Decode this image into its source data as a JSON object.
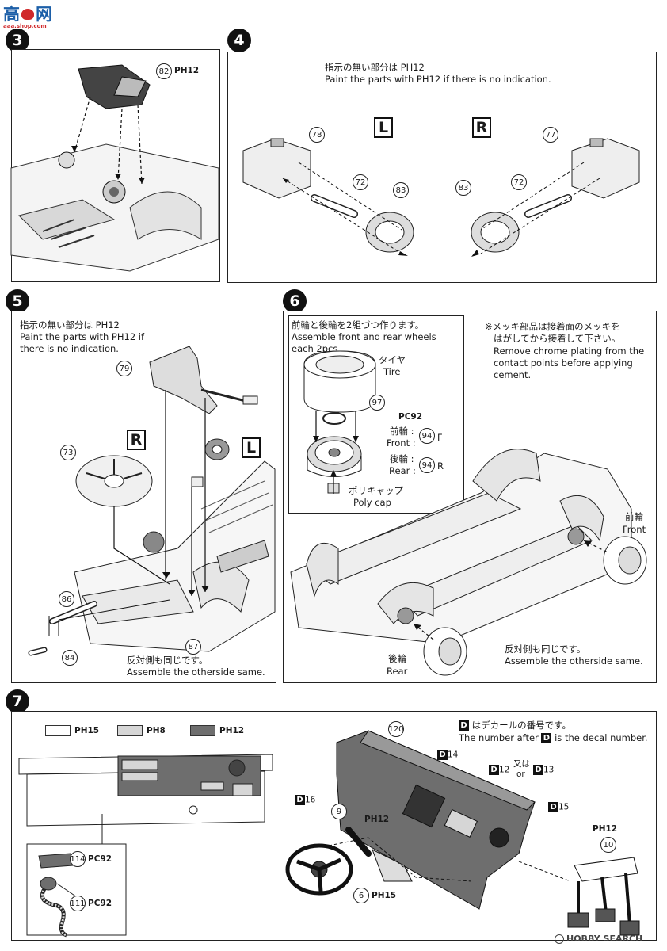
{
  "header": {
    "logo_text": "高",
    "logo_text2": "网",
    "logo_sub": "aaa.shop.com",
    "brand_color": "#d0282a"
  },
  "steps": {
    "s3": {
      "number": "3",
      "part_82": "82",
      "paint_82": "PH12"
    },
    "s4": {
      "number": "4",
      "note_jp": "指示の無い部分は PH12",
      "note_en": "Paint the parts with PH12 if there is no indication.",
      "left_label": "L",
      "right_label": "R",
      "parts": [
        "78",
        "72",
        "83",
        "77",
        "72",
        "83"
      ]
    },
    "s5": {
      "number": "5",
      "note_jp": "指示の無い部分は PH12",
      "note_en1": "Paint the parts with PH12 if",
      "note_en2": "there is no indication.",
      "right_label": "R",
      "left_label": "L",
      "parts": [
        "79",
        "73",
        "86",
        "84",
        "87"
      ],
      "other_side_jp": "反対側も同じです。",
      "other_side_en": "Assemble the otherside same."
    },
    "s6": {
      "number": "6",
      "box_jp": "前輪と後輪を2組づつ作ります。",
      "box_en1": "Assemble front and rear wheels",
      "box_en2": "each 2pcs.",
      "tire_jp": "タイヤ",
      "tire_en": "Tire",
      "part_97": "97",
      "paint_pc92": "PC92",
      "front_jp": "前輪 :",
      "front_en": "Front :",
      "front_part": "94",
      "front_suffix": "F",
      "rear_jp": "後輪 :",
      "rear_en": "Rear :",
      "rear_part": "94",
      "rear_suffix": "R",
      "polycap_jp": "ポリキャップ",
      "polycap_en": "Poly cap",
      "chrome_jp1": "※メッキ部品は接着面のメッキを",
      "chrome_jp2": "はがしてから接着して下さい。",
      "chrome_en1": "Remove chrome plating from the",
      "chrome_en2": "contact points before applying",
      "chrome_en3": "cement.",
      "front_wheel_jp": "前輪",
      "front_wheel_en": "Front",
      "rear_wheel_jp": "後輪",
      "rear_wheel_en": "Rear",
      "other_side_jp": "反対側も同じです。",
      "other_side_en": "Assemble the otherside same."
    },
    "s7": {
      "number": "7",
      "legend": [
        {
          "code": "PH15",
          "color": "#ffffff"
        },
        {
          "code": "PH8",
          "color": "#d6d6d6"
        },
        {
          "code": "PH12",
          "color": "#6e6e6e"
        }
      ],
      "decal_note_jp": "はデカールの番号です。",
      "decal_note_en_a": "The number after",
      "decal_note_en_b": "is the decal number.",
      "decal_letter": "D",
      "parts": {
        "p120": "120",
        "d14": "14",
        "d12": "12",
        "or_jp": "又は",
        "or_en": "or",
        "d13": "13",
        "d15": "15",
        "d16": "16",
        "p9": "9",
        "ph12": "PH12",
        "p6": "6",
        "ph15": "PH15",
        "p10": "10",
        "ph12b": "PH12",
        "p114": "114",
        "pc92a": "PC92",
        "p111": "111",
        "pc92b": "PC92"
      }
    }
  },
  "watermark": "HOBBY SEARCH"
}
